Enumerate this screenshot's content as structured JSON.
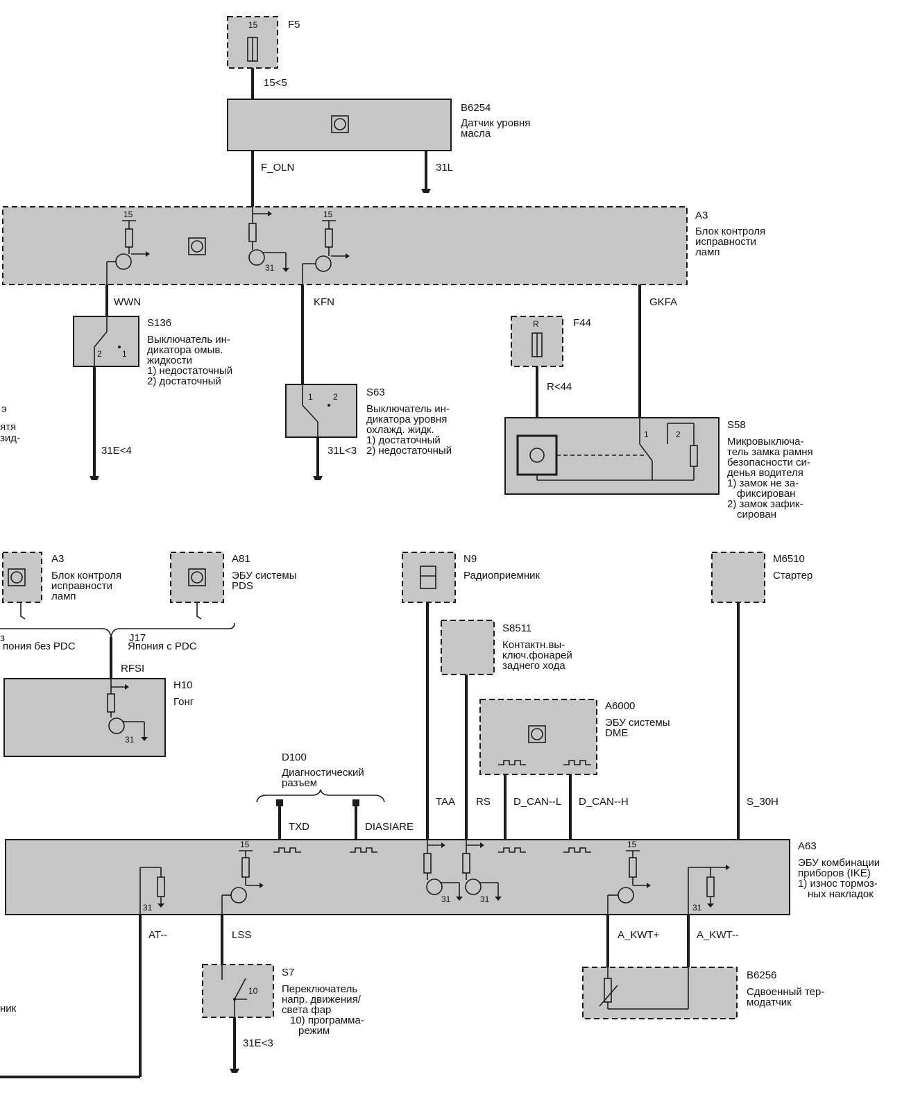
{
  "components": {
    "f5": {
      "code": "F5",
      "pin": "15"
    },
    "b6254": {
      "code": "B6254",
      "desc": [
        "Датчик уровня",
        "масла"
      ]
    },
    "a3_top": {
      "code": "A3",
      "desc": [
        "Блок контроля",
        "исправности",
        "ламп"
      ]
    },
    "s136": {
      "code": "S136",
      "desc": [
        "Выключатель ин-",
        "дикатора омыв.",
        "жидкости",
        "1) недостаточный",
        "2) достаточный"
      ]
    },
    "s63": {
      "code": "S63",
      "desc": [
        "Выключатель ин-",
        "дикатора уровня",
        "охлажд. жидк.",
        "1) достаточный",
        "2) недостаточный"
      ]
    },
    "f44": {
      "code": "F44",
      "pin": "R"
    },
    "s58": {
      "code": "S58",
      "desc": [
        "Микровыключа-",
        "тель замка рамня",
        "безопасности си-",
        "денья водителя",
        "1) замок не за-",
        "фиксирован",
        "2) замок зафик-",
        "сирован"
      ]
    },
    "a3_bottom": {
      "code": "A3",
      "desc": [
        "Блок контроля",
        "исправности",
        "ламп"
      ]
    },
    "a81": {
      "code": "A81",
      "desc": [
        "ЭБУ системы",
        "PDS"
      ]
    },
    "n9": {
      "code": "N9",
      "desc": [
        "Радиоприемник"
      ]
    },
    "m6510": {
      "code": "M6510",
      "desc": [
        "Стартер"
      ]
    },
    "s8511": {
      "code": "S8511",
      "desc": [
        "Контактн.вы-",
        "ключ.фонарей",
        "заднего хода"
      ]
    },
    "h10": {
      "code": "H10",
      "desc": [
        "Гонг"
      ]
    },
    "a6000": {
      "code": "A6000",
      "desc": [
        "ЭБУ системы",
        "DME"
      ]
    },
    "d100": {
      "code": "D100",
      "desc": [
        "Диагностический",
        "разъем"
      ]
    },
    "a63": {
      "code": "A63",
      "desc": [
        "ЭБУ комбинации",
        "приборов (IKE)",
        "1) износ тормоз-",
        "ных накладок"
      ]
    },
    "s7": {
      "code": "S7",
      "desc": [
        "Переключатель",
        "напр. движения/",
        "света фар",
        "10) программа-",
        "режим"
      ]
    },
    "b6256": {
      "code": "B6256",
      "desc": [
        "Сдвоенный тер-",
        "модатчик"
      ]
    }
  },
  "wires": {
    "w_15_5": "15<5",
    "f_oln": "F_OLN",
    "w_31l": "31L",
    "wwn": "WWN",
    "kfn": "KFN",
    "gkfa": "GKFA",
    "r_44": "R<44",
    "w_31e_4": "31E<4",
    "w_31l_3": "31L<3",
    "rfsi": "RFSI",
    "taa": "TAA",
    "rs": "RS",
    "d_can_l": "D_CAN--L",
    "d_can_h": "D_CAN--H",
    "s_30h": "S_30H",
    "txd": "TXD",
    "diasiare": "DIASIARE",
    "at": "AT--",
    "lss": "LSS",
    "a_kwt_plus": "A_KWT+",
    "a_kwt_minus": "A_KWT--",
    "w_31e_3": "31E<3"
  },
  "variants": {
    "j17": "J17",
    "japan_no_pdc": "пония без PDC",
    "japan_pdc": "Япония с  PDC"
  },
  "pins": {
    "p15": "15",
    "p31": "31",
    "p1": "1",
    "p2": "2",
    "p10": "10"
  },
  "cut_text": {
    "left1": "э",
    "left2": "ятя",
    "left3": "зид-",
    "left4": "ник",
    "left5": "з"
  }
}
